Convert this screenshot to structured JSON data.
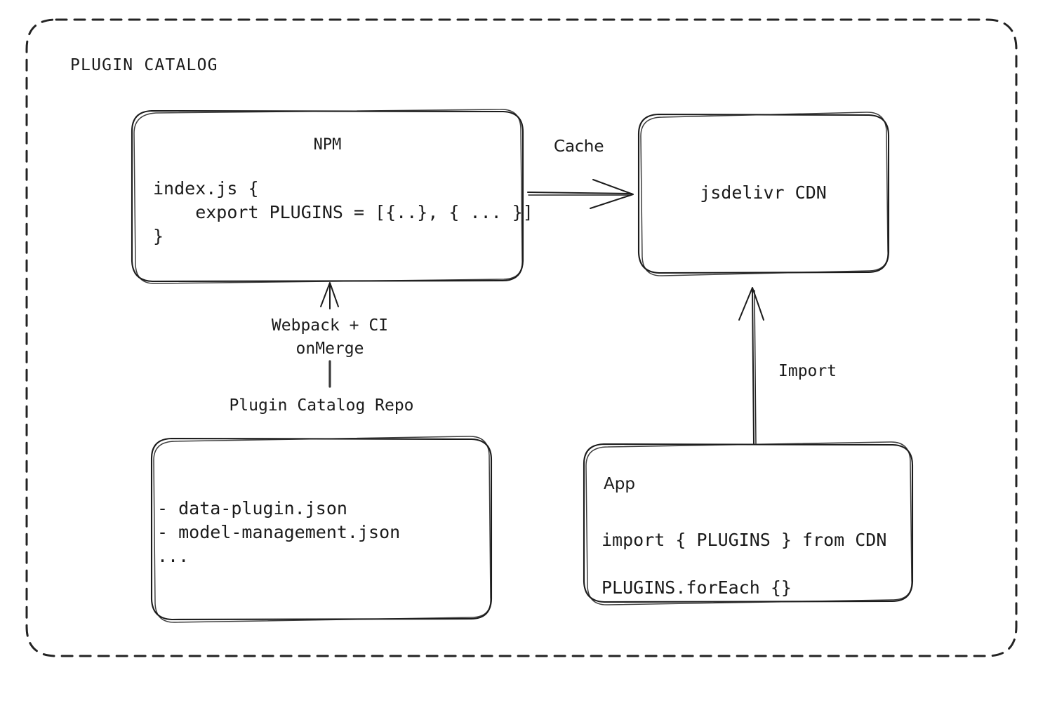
{
  "diagram": {
    "frame_title": "PLUGIN CATALOG",
    "stroke_color": "#1c1c1c",
    "background_color": "#ffffff",
    "text_color": "#1b1b1b"
  },
  "nodes": {
    "npm": {
      "title": "NPM",
      "code": "index.js {\n    export PLUGINS = [{..}, { ... }]\n}"
    },
    "cdn": {
      "title": "jsdelivr CDN"
    },
    "repo": {
      "label": "Plugin Catalog Repo",
      "files": "- data-plugin.json\n- model-management.json\n..."
    },
    "app": {
      "title": "App",
      "line1": "import { PLUGINS } from CDN",
      "line2": "PLUGINS.forEach {}"
    }
  },
  "edges": {
    "cache": "Cache",
    "webpack": "Webpack + CI\nonMerge",
    "import": "Import"
  }
}
